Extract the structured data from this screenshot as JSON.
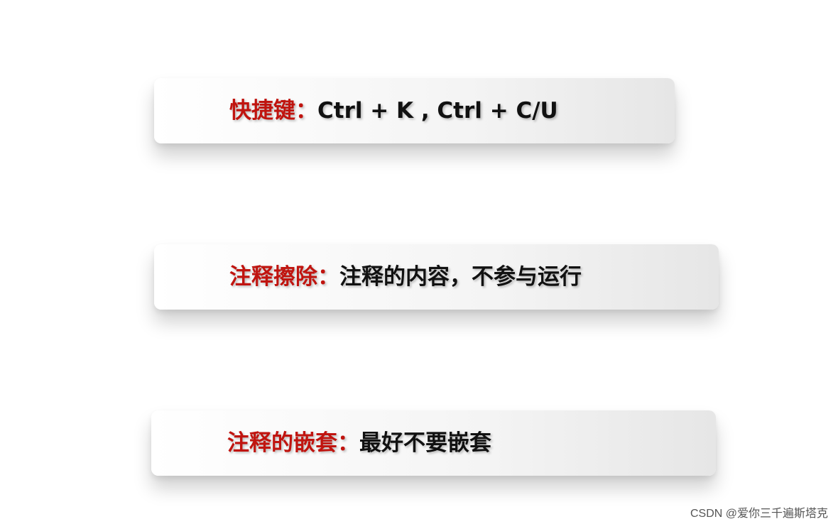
{
  "cards": [
    {
      "label": "快捷键：",
      "value": "Ctrl + K , Ctrl + C/U"
    },
    {
      "label": "注释擦除：",
      "value": "注释的内容，不参与运行"
    },
    {
      "label": "注释的嵌套：",
      "value": "最好不要嵌套"
    }
  ],
  "colors": {
    "label": "#c0140f",
    "value": "#111111",
    "background": "#ffffff"
  },
  "watermark": "CSDN @爱你三千遍斯塔克"
}
